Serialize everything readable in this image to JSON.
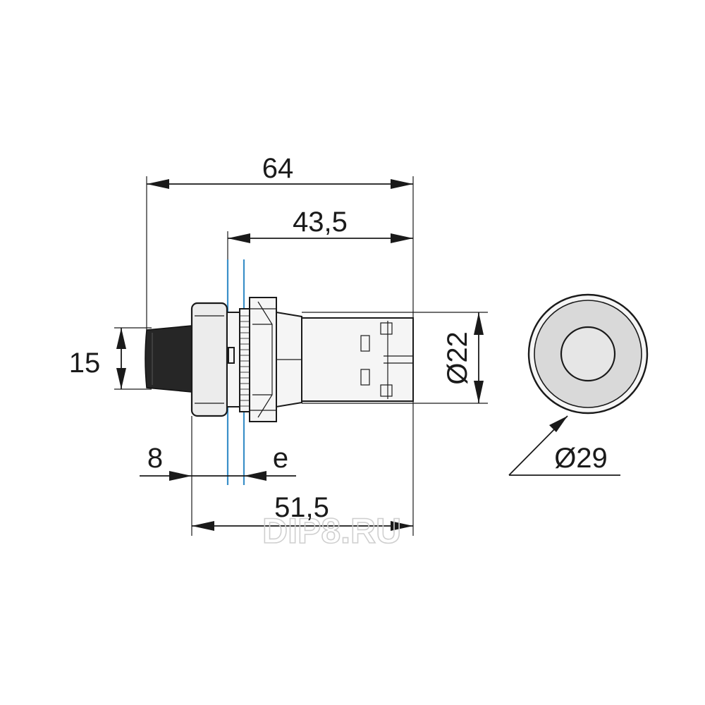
{
  "dimensions": {
    "overall_length": "64",
    "body_length": "43,5",
    "actuator_height": "15",
    "mounting_diameter": "Ø22",
    "bezel_diameter": "Ø29",
    "actuator_projection": "8",
    "panel_thickness": "e",
    "length_behind_bezel": "51,5"
  },
  "watermark": "DIP8.RU",
  "colors": {
    "line": "#1a1a1a",
    "panel": "#3a8fc8",
    "actuator": "#262626"
  }
}
